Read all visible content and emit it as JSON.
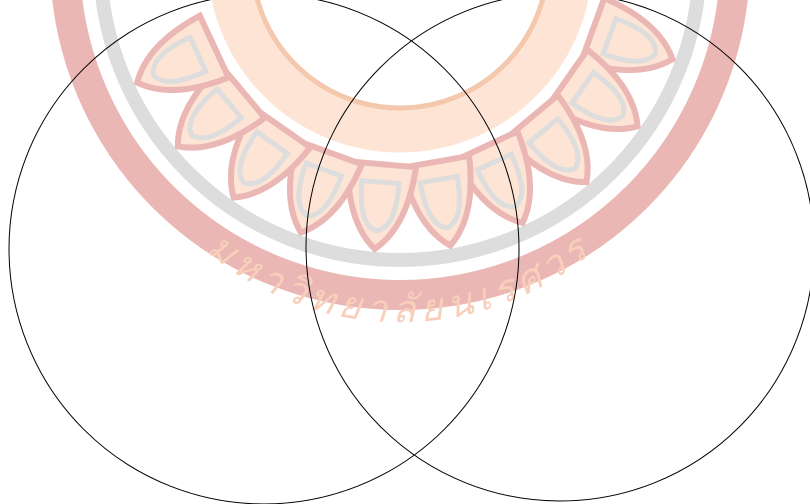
{
  "watermark": {
    "kind": "university-seal",
    "text": "มหาวิทยาลัยนเรศวร",
    "colors": {
      "orange": "#f9c9a9",
      "orange_fill": "#fde3d2",
      "red": "#e9b4b0",
      "grey": "#dcdcdc",
      "inner_ring": "#f4c6a8"
    }
  },
  "diagram": {
    "type": "venn",
    "sets": [
      {
        "id": "left-circle"
      },
      {
        "id": "right-circle"
      }
    ],
    "stroke_color": "#000000",
    "fill": "none"
  }
}
